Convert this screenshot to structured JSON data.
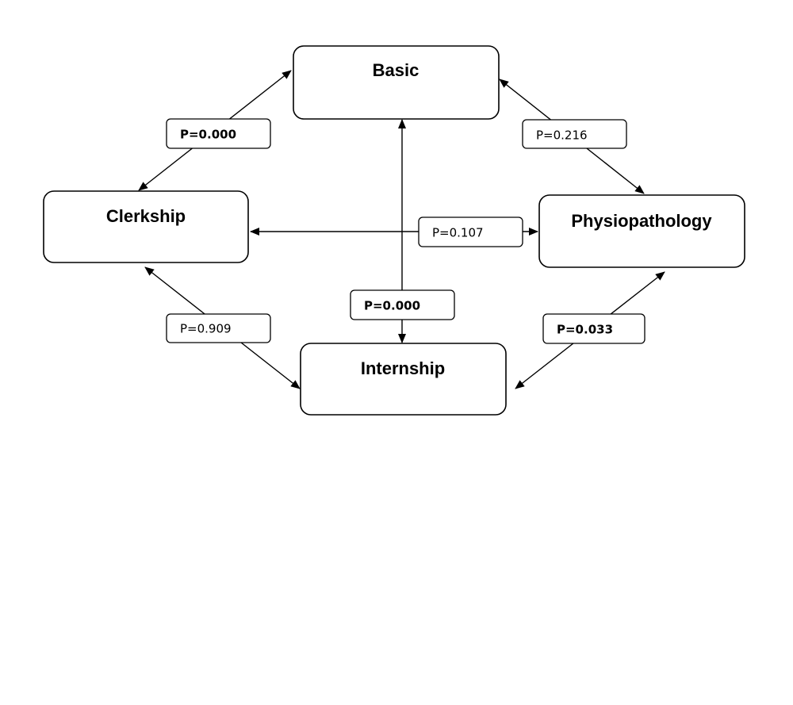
{
  "nodes": {
    "basic": "Basic",
    "clerkship": "Clerkship",
    "physiopathology": "Physiopathology",
    "internship": "Internship"
  },
  "edges": {
    "basic_clerkship": "P=0.000",
    "basic_physiopathology": "P=0.216",
    "clerkship_physiopathology": "P=0.107",
    "basic_internship": "P=0.000",
    "clerkship_internship": "P=0.909",
    "physiopathology_internship": "P=0.033"
  }
}
